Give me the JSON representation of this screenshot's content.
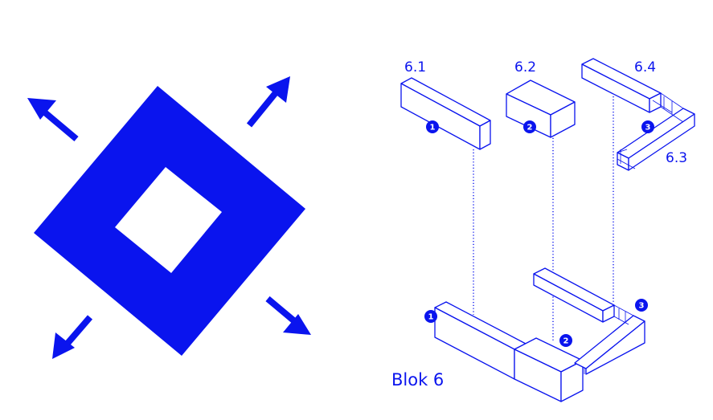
{
  "colors": {
    "accent": "#0a14ee",
    "background": "#ffffff"
  },
  "left_figure": {
    "icons": [
      "arrow-up-left-icon",
      "arrow-up-right-icon",
      "arrow-down-left-icon",
      "arrow-down-right-icon"
    ]
  },
  "right_figure": {
    "block_labels": {
      "b61": "6.1",
      "b62": "6.2",
      "b63": "6.3",
      "b64": "6.4"
    },
    "badges": {
      "top1": "1",
      "top2": "2",
      "top3": "3",
      "bottom1": "1",
      "bottom2": "2",
      "bottom3": "3"
    },
    "title": "Blok 6"
  }
}
